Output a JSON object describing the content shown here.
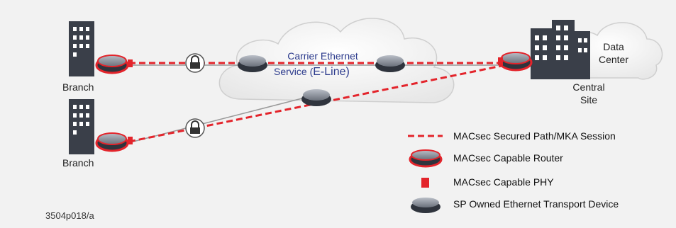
{
  "labels": {
    "branch_top": "Branch",
    "branch_bottom": "Branch",
    "carrier_line1": "Carrier Ethernet",
    "carrier_line2_a": "Service (",
    "carrier_line2_b": "E-Line",
    "carrier_line2_c": ")",
    "data_center_line1": "Data",
    "data_center_line2": "Center",
    "central_site_line1": "Central",
    "central_site_line2": "Site",
    "figure_id": "3504p018/a"
  },
  "legend": {
    "secured_path": "MACsec Secured Path/MKA Session",
    "capable_router": "MACsec Capable Router",
    "capable_phy": "MACsec Capable PHY",
    "sp_device": "SP Owned Ethernet Transport Device"
  },
  "colors": {
    "macsec_red": "#e3242b",
    "carrier_text": "#2b3a8c",
    "cloud_fill": "#f7f7f7",
    "building": "#3a3f49",
    "device_body": "#2f343d"
  }
}
